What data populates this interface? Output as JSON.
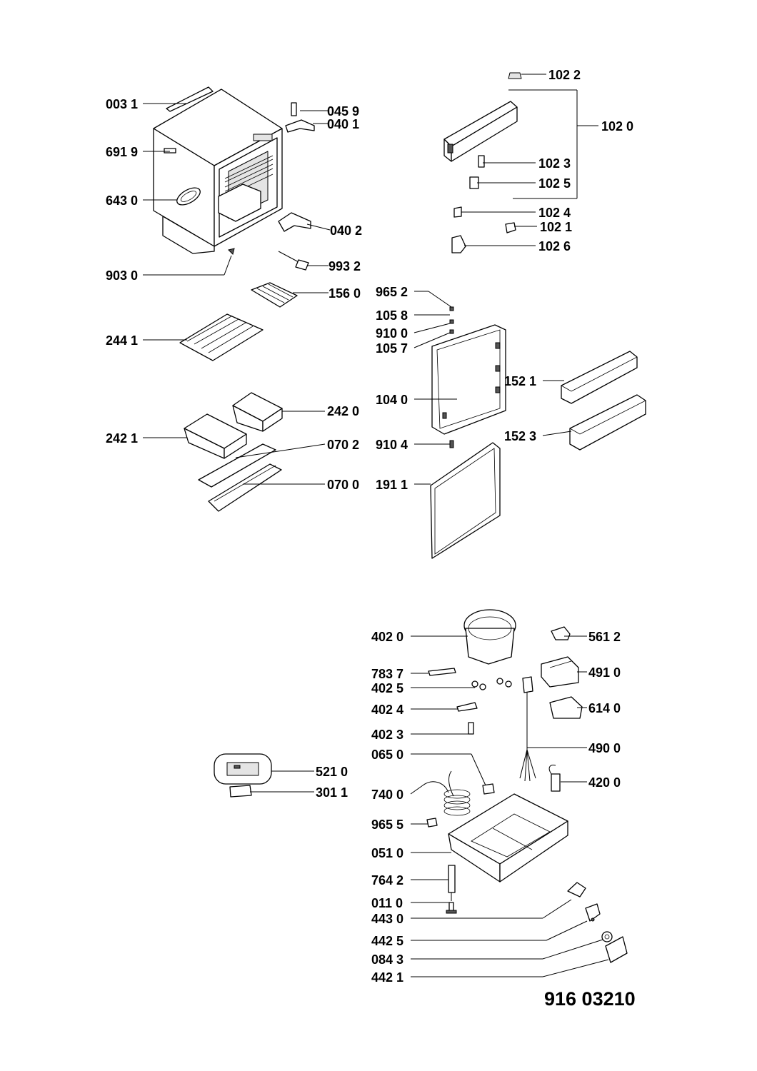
{
  "document_number": "916 03210",
  "labels": {
    "p0031": "003 1",
    "p0459": "045 9",
    "p0401": "040 1",
    "p6919": "691 9",
    "p6430": "643 0",
    "p0402": "040 2",
    "p9932": "993 2",
    "p9030": "903 0",
    "p1560": "156 0",
    "p2441": "244 1",
    "p2420": "242 0",
    "p2421": "242 1",
    "p0702": "070 2",
    "p0700": "070 0",
    "p1022": "102 2",
    "p1020": "102 0",
    "p1023": "102 3",
    "p1025": "102 5",
    "p1024": "102 4",
    "p1021": "102 1",
    "p1026": "102 6",
    "p9652": "965 2",
    "p1058": "105 8",
    "p9100": "910 0",
    "p1057": "105 7",
    "p1521": "152 1",
    "p1040": "104 0",
    "p9104": "910 4",
    "p1523": "152 3",
    "p1911": "191 1",
    "p4020": "402 0",
    "p5612": "561 2",
    "p7837": "783 7",
    "p4910": "491 0",
    "p4025": "402 5",
    "p4024": "402 4",
    "p6140": "614 0",
    "p4023": "402 3",
    "p0650": "065 0",
    "p4900": "490 0",
    "p5210": "521 0",
    "p4200": "420 0",
    "p3011": "301 1",
    "p7400": "740 0",
    "p9655": "965 5",
    "p0510": "051 0",
    "p7642": "764 2",
    "p0110": "011 0",
    "p4430": "443 0",
    "p4425": "442 5",
    "p0843": "084 3",
    "p4421": "442 1"
  }
}
